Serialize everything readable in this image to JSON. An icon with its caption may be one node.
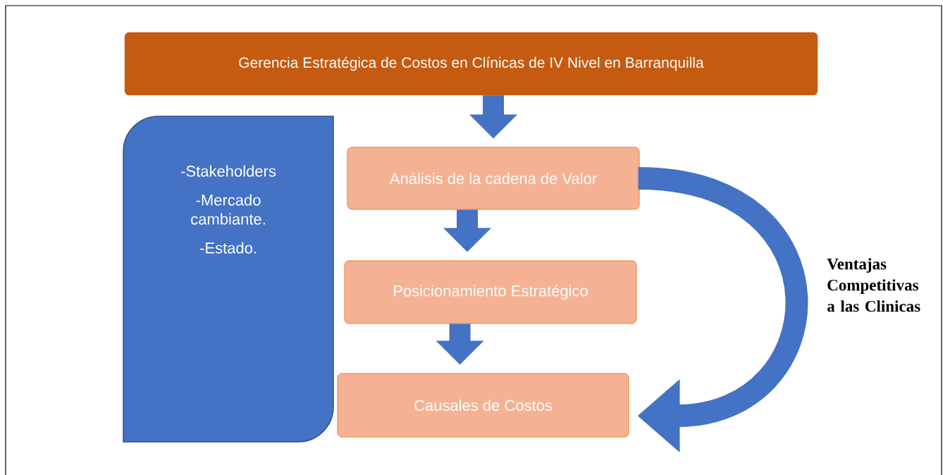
{
  "diagram": {
    "nodes": [
      {
        "text": [
          "Gerencia Estratégica de Costos en Clínicas de IV Nivel en Barranquilla"
        ]
      },
      {
        "text": [
          "-Stakeholders",
          "-Mercado cambiante.",
          "-Estado."
        ]
      },
      {
        "text": [
          "Análisis de la cadena de Valor"
        ]
      },
      {
        "text": [
          "Posicionamiento Estratégico"
        ]
      },
      {
        "text": [
          "Causales de Costos"
        ]
      }
    ],
    "edges": [
      {
        "from": 0,
        "to": 2,
        "arrow": "to"
      },
      {
        "from": 2,
        "to": 3,
        "arrow": "to"
      },
      {
        "from": 3,
        "to": 4,
        "arrow": "to"
      },
      {
        "from": 2,
        "to": 4,
        "arrow": "to"
      }
    ],
    "labels": [
      "Ventajas Competitivas a las Clinicas"
    ]
  }
}
